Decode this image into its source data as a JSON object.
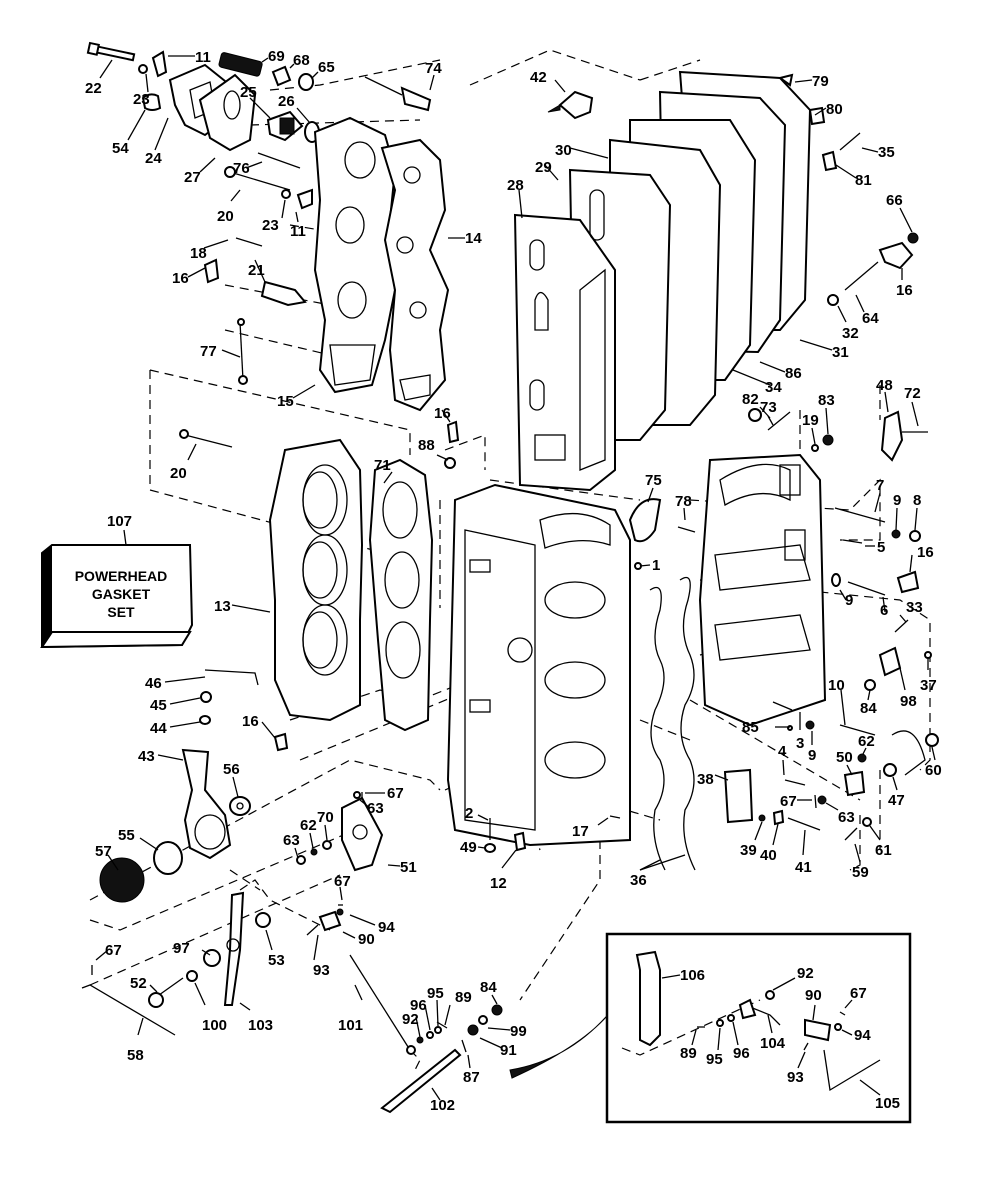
{
  "diagram": {
    "title": "Powerhead exploded parts diagram",
    "kit_box": {
      "number": "107",
      "lines": [
        "POWERHEAD",
        "GASKET",
        "SET"
      ]
    },
    "callouts": [
      {
        "id": "22"
      },
      {
        "id": "23"
      },
      {
        "id": "11"
      },
      {
        "id": "69"
      },
      {
        "id": "68"
      },
      {
        "id": "65"
      },
      {
        "id": "74"
      },
      {
        "id": "54"
      },
      {
        "id": "24"
      },
      {
        "id": "25"
      },
      {
        "id": "26"
      },
      {
        "id": "27"
      },
      {
        "id": "76"
      },
      {
        "id": "20"
      },
      {
        "id": "23b",
        "label": "23"
      },
      {
        "id": "11b",
        "label": "11"
      },
      {
        "id": "18"
      },
      {
        "id": "16"
      },
      {
        "id": "21"
      },
      {
        "id": "14"
      },
      {
        "id": "77"
      },
      {
        "id": "15"
      },
      {
        "id": "42"
      },
      {
        "id": "79"
      },
      {
        "id": "80"
      },
      {
        "id": "35"
      },
      {
        "id": "30"
      },
      {
        "id": "29"
      },
      {
        "id": "28"
      },
      {
        "id": "81"
      },
      {
        "id": "66"
      },
      {
        "id": "16b",
        "label": "16"
      },
      {
        "id": "64"
      },
      {
        "id": "32"
      },
      {
        "id": "31"
      },
      {
        "id": "86"
      },
      {
        "id": "34"
      },
      {
        "id": "82"
      },
      {
        "id": "73"
      },
      {
        "id": "19"
      },
      {
        "id": "83"
      },
      {
        "id": "48"
      },
      {
        "id": "72"
      },
      {
        "id": "16c",
        "label": "16"
      },
      {
        "id": "88"
      },
      {
        "id": "20b",
        "label": "20"
      },
      {
        "id": "71"
      },
      {
        "id": "75"
      },
      {
        "id": "78"
      },
      {
        "id": "1"
      },
      {
        "id": "7"
      },
      {
        "id": "9"
      },
      {
        "id": "8"
      },
      {
        "id": "5"
      },
      {
        "id": "16d",
        "label": "16"
      },
      {
        "id": "9b",
        "label": "9"
      },
      {
        "id": "6"
      },
      {
        "id": "33"
      },
      {
        "id": "37"
      },
      {
        "id": "98"
      },
      {
        "id": "84"
      },
      {
        "id": "10"
      },
      {
        "id": "85"
      },
      {
        "id": "3"
      },
      {
        "id": "9c",
        "label": "9"
      },
      {
        "id": "62"
      },
      {
        "id": "60"
      },
      {
        "id": "50"
      },
      {
        "id": "47"
      },
      {
        "id": "4"
      },
      {
        "id": "38"
      },
      {
        "id": "67"
      },
      {
        "id": "63"
      },
      {
        "id": "61"
      },
      {
        "id": "39"
      },
      {
        "id": "40"
      },
      {
        "id": "41"
      },
      {
        "id": "59"
      },
      {
        "id": "13"
      },
      {
        "id": "36"
      },
      {
        "id": "46"
      },
      {
        "id": "45"
      },
      {
        "id": "44"
      },
      {
        "id": "16e",
        "label": "16"
      },
      {
        "id": "43"
      },
      {
        "id": "56"
      },
      {
        "id": "2"
      },
      {
        "id": "17"
      },
      {
        "id": "49"
      },
      {
        "id": "12"
      },
      {
        "id": "67b",
        "label": "67"
      },
      {
        "id": "63b",
        "label": "63"
      },
      {
        "id": "70"
      },
      {
        "id": "62b",
        "label": "62"
      },
      {
        "id": "63c",
        "label": "63"
      },
      {
        "id": "51"
      },
      {
        "id": "55"
      },
      {
        "id": "57"
      },
      {
        "id": "67c",
        "label": "67"
      },
      {
        "id": "94"
      },
      {
        "id": "90"
      },
      {
        "id": "53"
      },
      {
        "id": "97"
      },
      {
        "id": "93"
      },
      {
        "id": "67d",
        "label": "67"
      },
      {
        "id": "52"
      },
      {
        "id": "100"
      },
      {
        "id": "103"
      },
      {
        "id": "101"
      },
      {
        "id": "58"
      },
      {
        "id": "84b",
        "label": "84"
      },
      {
        "id": "95"
      },
      {
        "id": "89"
      },
      {
        "id": "96"
      },
      {
        "id": "92"
      },
      {
        "id": "99"
      },
      {
        "id": "91"
      },
      {
        "id": "87"
      },
      {
        "id": "102"
      },
      {
        "id": "106"
      },
      {
        "id": "92b",
        "label": "92"
      },
      {
        "id": "90b",
        "label": "90"
      },
      {
        "id": "67e",
        "label": "67"
      },
      {
        "id": "104"
      },
      {
        "id": "94b",
        "label": "94"
      },
      {
        "id": "89b",
        "label": "89"
      },
      {
        "id": "95b",
        "label": "95"
      },
      {
        "id": "96b",
        "label": "96"
      },
      {
        "id": "93b",
        "label": "93"
      },
      {
        "id": "105"
      }
    ]
  }
}
